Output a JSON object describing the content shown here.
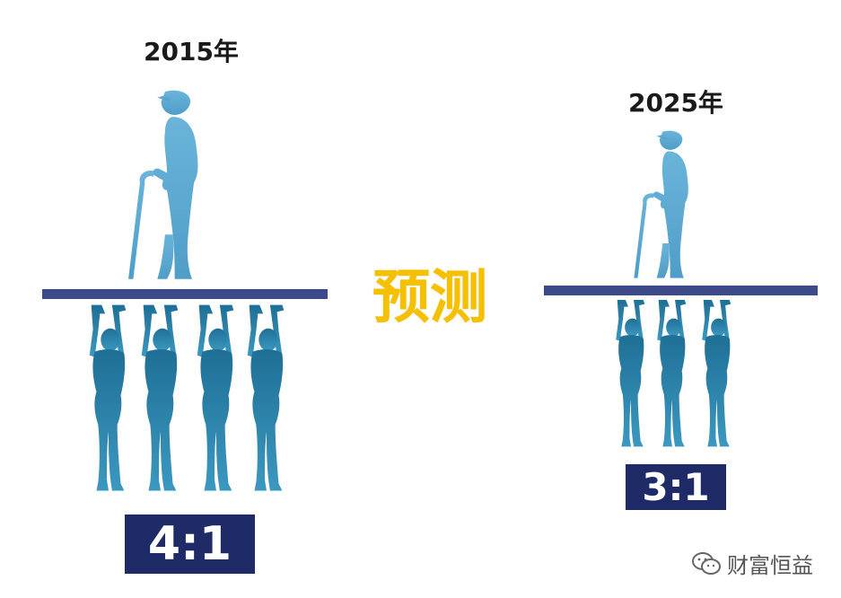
{
  "left_panel": {
    "year": "2015年",
    "ratio": "4:1"
  },
  "right_panel": {
    "year": "2025年",
    "ratio": "3:1"
  },
  "center_label": "预测",
  "watermark": {
    "text": "财富恒益",
    "icon": "wechat-icon"
  },
  "colors": {
    "elder": "#5ba8d0",
    "worker": "#2a7fa6",
    "beam": "#3d4a8a",
    "ratio_box": "#1f2b66",
    "forecast": "#f5c000"
  }
}
